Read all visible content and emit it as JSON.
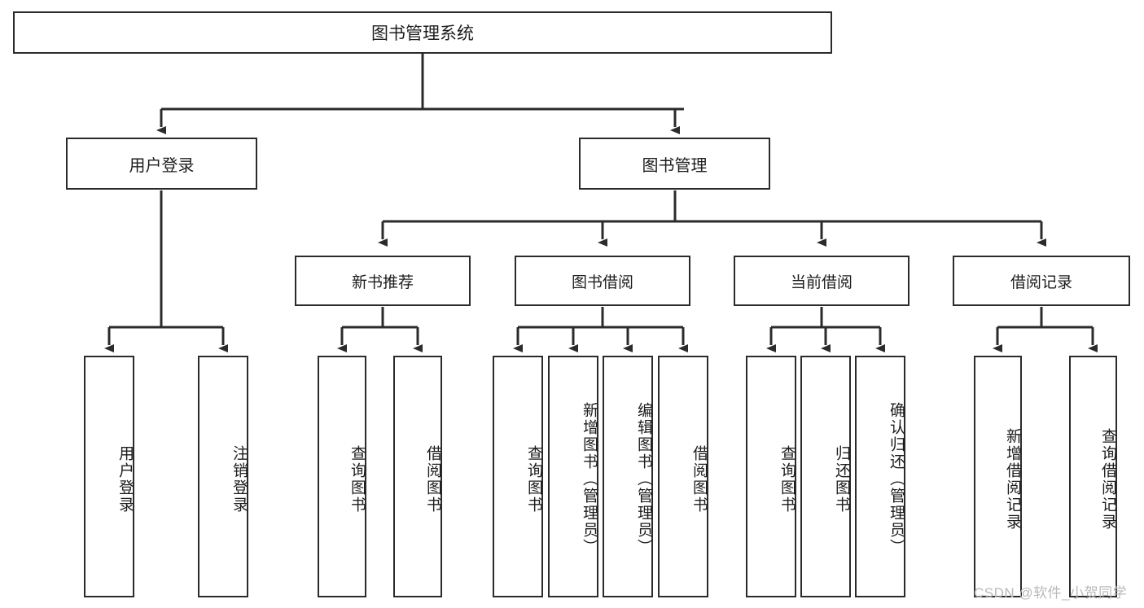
{
  "diagram": {
    "title": "图书管理系统",
    "type": "tree",
    "orientation": "top-down",
    "line_color": "#2b2b2b",
    "box_fill": "#ffffff",
    "text_color": "#1d1d1d"
  },
  "root": {
    "label": "图书管理系统"
  },
  "level2": [
    {
      "label": "用户登录"
    },
    {
      "label": "图书管理"
    }
  ],
  "level3": [
    {
      "label": "新书推荐"
    },
    {
      "label": "图书借阅"
    },
    {
      "label": "当前借阅"
    },
    {
      "label": "借阅记录"
    }
  ],
  "leaves": {
    "user_login": [
      {
        "label": "用户登录"
      },
      {
        "label": "注销登录"
      }
    ],
    "new_book": [
      {
        "label": "查询图书"
      },
      {
        "label": "借阅图书"
      }
    ],
    "book_borrow": [
      {
        "label": "查询图书"
      },
      {
        "label": "新增图书（管理员）"
      },
      {
        "label": "编辑图书（管理员）"
      },
      {
        "label": "借阅图书"
      }
    ],
    "current_borrow": [
      {
        "label": "查询图书"
      },
      {
        "label": "归还图书"
      },
      {
        "label": "确认归还（管理员）"
      }
    ],
    "borrow_record": [
      {
        "label": "新增借阅记录"
      },
      {
        "label": "查询借阅记录"
      }
    ]
  },
  "watermark": {
    "text": "CSDN @软件_小贺同学"
  }
}
